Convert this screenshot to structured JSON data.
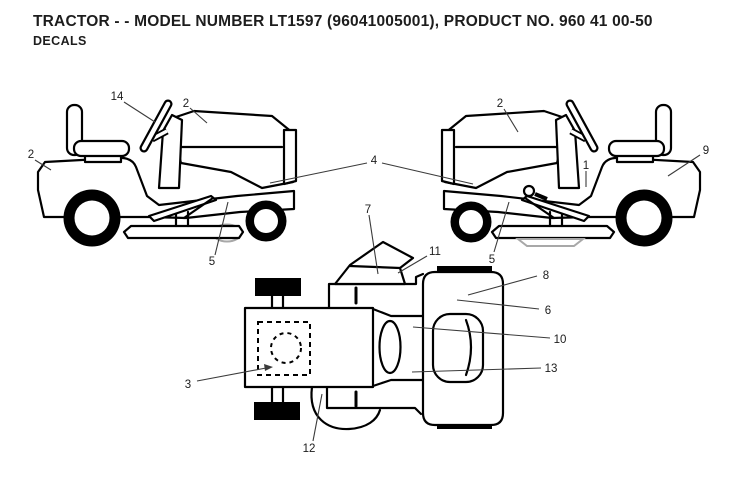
{
  "header": {
    "title": "TRACTOR - - MODEL NUMBER LT1597 (96041005001), PRODUCT NO. 960 41 00-50",
    "subtitle": "DECALS"
  },
  "callouts": {
    "c1": "1",
    "c2": "2",
    "c3": "3",
    "c4": "4",
    "c5": "5",
    "c6": "6",
    "c7": "7",
    "c8": "8",
    "c9": "9",
    "c10": "10",
    "c11": "11",
    "c12": "12",
    "c13": "13",
    "c14": "14"
  },
  "colors": {
    "line": "#000000",
    "leader": "#3b3b3b",
    "text": "#1c1c1c",
    "background": "#ffffff"
  }
}
